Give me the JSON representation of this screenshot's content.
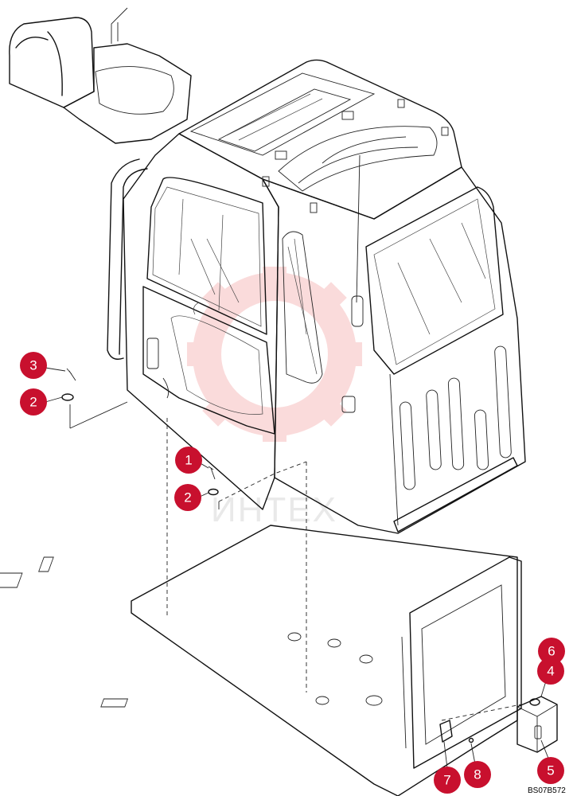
{
  "callouts": [
    {
      "label": "3"
    },
    {
      "label": "2"
    },
    {
      "label": "1"
    },
    {
      "label": "2"
    },
    {
      "label": "6"
    },
    {
      "label": "4"
    },
    {
      "label": "5"
    },
    {
      "label": "7"
    },
    {
      "label": "8"
    }
  ],
  "watermark": {
    "text": "ИНТЕХ",
    "color": "#f08080"
  },
  "drawing_code": "BS07B572",
  "colors": {
    "callout": "#c8102e",
    "line": "#111111",
    "seat_dark": "#1a1a1a"
  }
}
